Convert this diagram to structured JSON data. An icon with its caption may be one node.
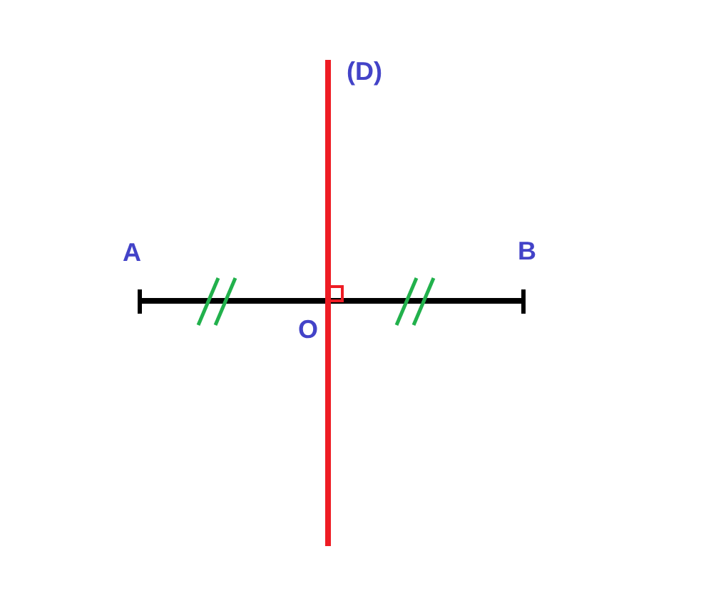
{
  "diagram": {
    "labels": [
      "(D)",
      "A",
      "B",
      "O"
    ]
  }
}
